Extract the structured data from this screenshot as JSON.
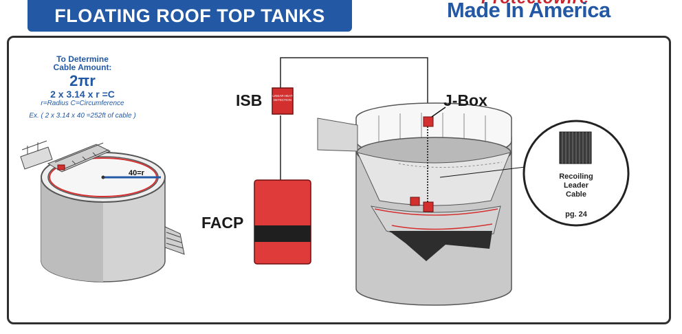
{
  "header": {
    "title": "FLOATING ROOF TOP TANKS"
  },
  "brand": {
    "top_text": "Protectowire",
    "tagline": "Made In America",
    "color": "#2358a4",
    "accent": "#c8222b"
  },
  "formula": {
    "heading_line1": "To Determine",
    "heading_line2": "Cable Amount:",
    "symbol": "2πr",
    "equation": "2 x 3.14 x r =C",
    "legend": "r=Radius C=Circumference",
    "example": "Ex. ( 2 x 3.14 x 40 =252ft of cable )"
  },
  "left_tank": {
    "radius_label": "40=r"
  },
  "labels": {
    "isb": "ISB",
    "facp": "FACP",
    "jbox": "J-Box"
  },
  "isb_box": {
    "line1": "LINEAR HEAT",
    "line2": "DETECTION"
  },
  "coil": {
    "line1": "Recoiling",
    "line2": "Leader",
    "line3": "Cable",
    "page": "pg. 24"
  },
  "icons": [
    "ladder-icon",
    "stair-icon",
    "detector-icon",
    "coil-icon"
  ]
}
